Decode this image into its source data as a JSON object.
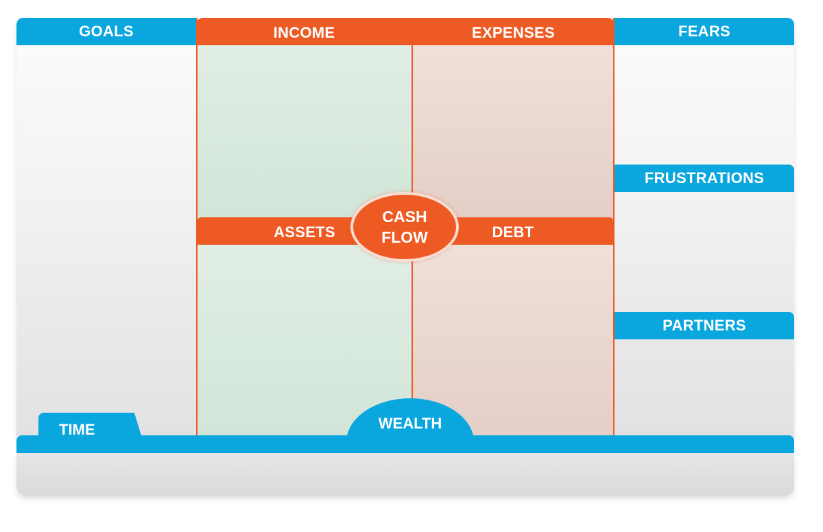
{
  "diagram": {
    "goals": "GOALS",
    "income": "INCOME",
    "expenses": "EXPENSES",
    "fears": "FEARS",
    "frustrations": "FRUSTRATIONS",
    "partners": "PARTNERS",
    "assets": "ASSETS",
    "debt": "DEBT",
    "cash_flow_line1": "CASH",
    "cash_flow_line2": "FLOW",
    "time": "TIME",
    "wealth": "WEALTH"
  },
  "colors": {
    "blue": "#0aa6de",
    "orange": "#ee5a24",
    "green_zone": "#dcebe2",
    "peach_zone": "#ead8d1"
  }
}
